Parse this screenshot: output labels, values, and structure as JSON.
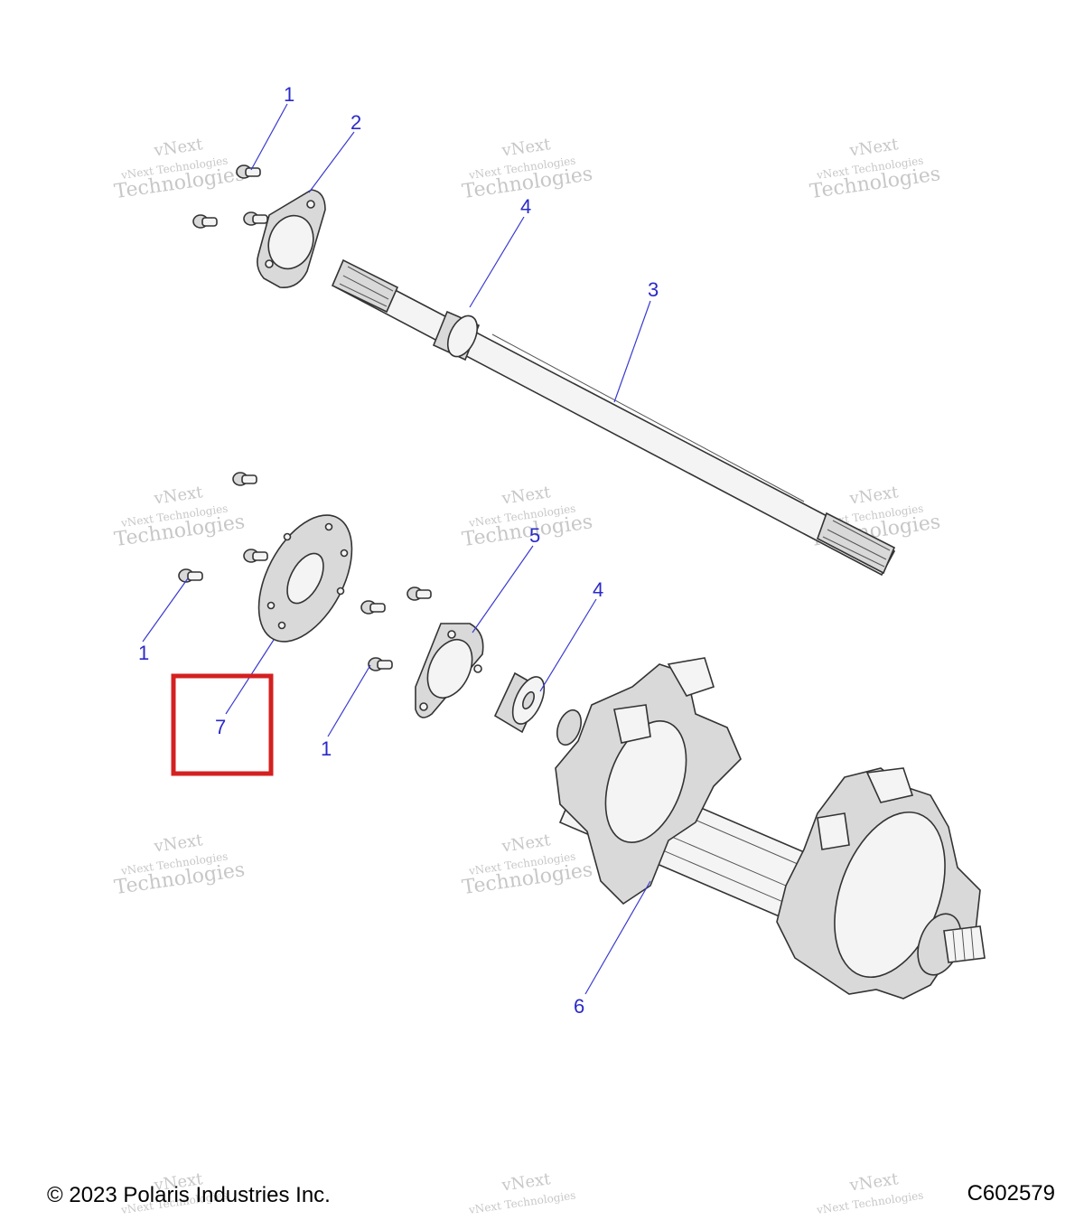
{
  "callouts": {
    "c1a": "1",
    "c2": "2",
    "c3": "3",
    "c4a": "4",
    "c1b": "1",
    "c7": "7",
    "c1c": "1",
    "c5": "5",
    "c4b": "4",
    "c6": "6"
  },
  "watermark": {
    "line1": "vNext",
    "line2": "vNext Technologies",
    "line3": "Technologies"
  },
  "footer": {
    "copyright": "© 2023 Polaris Industries Inc.",
    "figure_code": "C602579"
  },
  "colors": {
    "callout": "#2a2ac8",
    "highlight_box": "#d42020"
  }
}
